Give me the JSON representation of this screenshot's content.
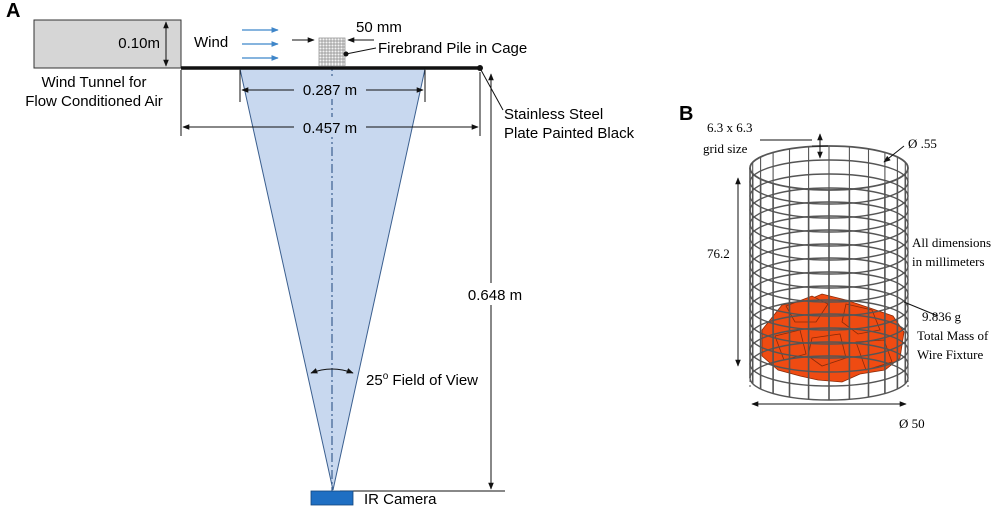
{
  "panel_a": {
    "panel_label": "A",
    "duct_height": "0.10m",
    "wind": "Wind",
    "cage_size": "50 mm",
    "cage_label": "Firebrand Pile in Cage",
    "tunnel_line1": "Wind Tunnel for",
    "tunnel_line2": "Flow Conditioned Air",
    "fov_width": "0.287 m",
    "plate_width": "0.457 m",
    "plate_line1": "Stainless Steel",
    "plate_line2": "Plate Painted Black",
    "height": "0.648 m",
    "fov_angle": "25",
    "fov_degree": "o",
    "fov_text": " Field of View",
    "camera": "IR Camera"
  },
  "panel_b": {
    "panel_label": "B",
    "grid_line1": "6.3 x 6.3",
    "grid_line2": "grid size",
    "wire_diameter": "Ø .55",
    "height": "76.2",
    "units_line1": "All dimensions",
    "units_line2": "in millimeters",
    "mass_line1": "9.836 g",
    "mass_line2": "Total Mass of",
    "mass_line3": "Wire Fixture",
    "diameter": "Ø 50"
  },
  "colors": {
    "fov_fill": "#c8d8ef",
    "camera": "#1f6fc3",
    "wind_arrows": "#3f86c9",
    "duct": "#d6d6d6",
    "firebrands": "#ef4b12",
    "cage_wire": "#555555"
  }
}
